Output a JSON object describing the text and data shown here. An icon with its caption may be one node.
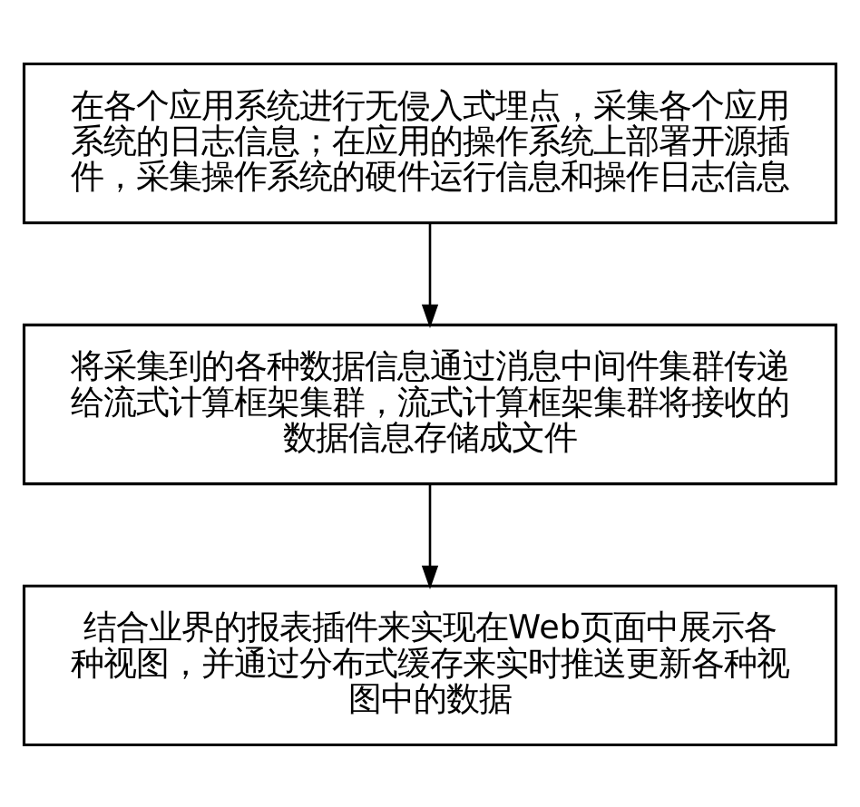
{
  "diagram": {
    "nodes": [
      {
        "text": [
          "在各个应用系统进行无侵入式埋点，采集各个应用系统的日志信息；在应用的操作系统上部署开源插件，采集操作系统的硬件运行信息和操作日志信息"
        ]
      },
      {
        "text": [
          "将采集到的各种数据信息通过消息中间件集群传递给流式计算框架集群，流式计算框架集群将接收的数据信息存储成文件"
        ]
      },
      {
        "text": [
          "结合业界的报表插件来实现在Web页面中展示各种视图，并通过分布式缓存来实时推送更新各种视图中的数据"
        ]
      }
    ],
    "edges": [
      {
        "from": 0,
        "to": 1,
        "arrow": "to"
      },
      {
        "from": 1,
        "to": 2,
        "arrow": "to"
      }
    ]
  }
}
